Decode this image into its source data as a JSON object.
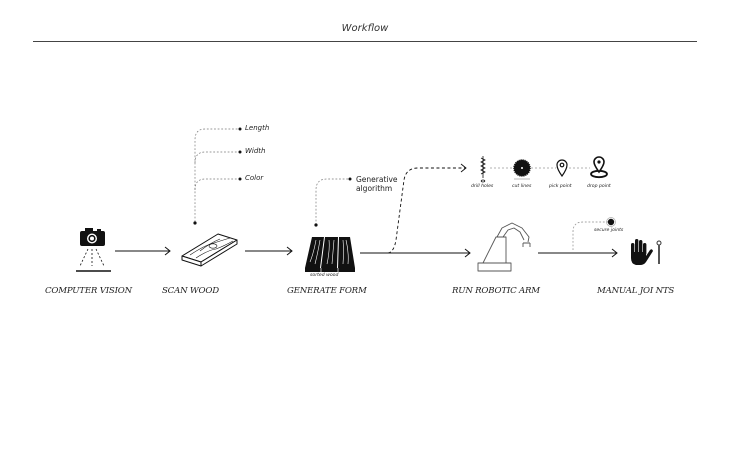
{
  "header": {
    "title": "Workflow"
  },
  "steps": [
    {
      "label": "COMPUTER VISION",
      "icon": "camera-icon"
    },
    {
      "label": "SCAN WOOD",
      "icon": "wood-plank-icon"
    },
    {
      "label": "GENERATE FORM",
      "icon": "sorted-wood-icon"
    },
    {
      "label": "RUN ROBOTIC ARM",
      "icon": "robotic-arm-icon"
    },
    {
      "label": "MANUAL JOI NTS",
      "icon": "hand-icon"
    }
  ],
  "scan_attributes": [
    "Length",
    "Width",
    "Color"
  ],
  "generate": {
    "annotation_line1": "Generative",
    "annotation_line2": "algorithm",
    "sublabel": "sorted wood"
  },
  "robot_tasks": [
    {
      "label": "drill holes",
      "icon": "drill-bit-icon"
    },
    {
      "label": "cut lines",
      "icon": "saw-blade-icon"
    },
    {
      "label": "pick point",
      "icon": "map-pin-icon"
    },
    {
      "label": "drop point",
      "icon": "drop-location-icon"
    }
  ],
  "manual": {
    "annotation": "secure joints",
    "tool_icon": "pin-icon"
  }
}
